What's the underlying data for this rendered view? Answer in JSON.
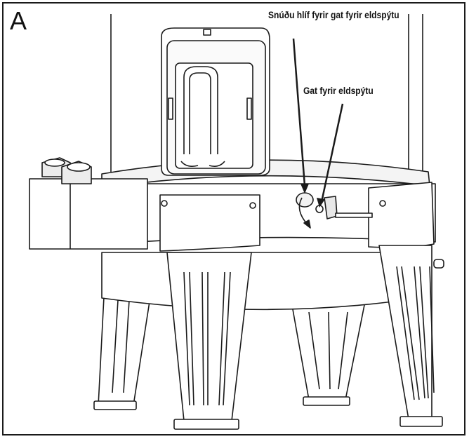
{
  "figure": {
    "panel_label": "A",
    "callouts": [
      {
        "id": "cover-rotate",
        "text": "Snúðu hlíf fyrir gat fyrir eldspýtu"
      },
      {
        "id": "match-hole",
        "text": "Gat fyrir eldspýtu"
      }
    ],
    "colors": {
      "line": "#1a1a1a",
      "fill": "#ffffff",
      "shade": "#f2f2f2"
    }
  }
}
